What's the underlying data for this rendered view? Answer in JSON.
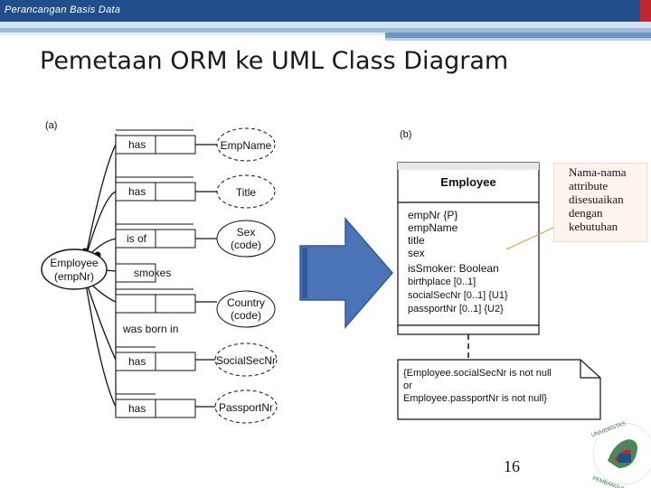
{
  "header": {
    "course": "Perancangan Basis Data"
  },
  "slide": {
    "title": "Pemetaan ORM ke UML Class Diagram",
    "page_number": "16"
  },
  "note": {
    "text": "Nama-nama attribute disesuaikan dengan kebutuhan"
  },
  "orm": {
    "label": "(a)",
    "entity": {
      "line1": "Employee",
      "line2": "(empNr)"
    },
    "facts": [
      {
        "predicate": "has",
        "value": "EmpName"
      },
      {
        "predicate": "has",
        "value": "Title"
      },
      {
        "predicate": "is of",
        "value": "Sex",
        "value2": "(code)"
      },
      {
        "predicate": "smokes"
      },
      {
        "predicate": "was born in",
        "value": "Country",
        "value2": "(code)"
      },
      {
        "predicate": "has",
        "value": "SocialSecNr"
      },
      {
        "predicate": "has",
        "value": "PassportNr"
      }
    ]
  },
  "uml": {
    "label": "(b)",
    "class_name": "Employee",
    "attributes": [
      "empNr {P}",
      "empName",
      "title",
      "sex",
      "isSmoker: Boolean",
      "birthplace [0..1]",
      "socialSecNr [0..1] {U1}",
      "passportNr [0..1] {U2}"
    ],
    "constraint": [
      "{Employee.socialSecNr is not null",
      "or",
      "Employee.passportNr is not null}"
    ]
  },
  "colors": {
    "header": "#1f4e8a",
    "accent_red": "#c0262d",
    "arrow": "#4a74b5"
  },
  "logo": {
    "text": "UNIVERSITAS PEMBANGUNAN JAYA"
  }
}
